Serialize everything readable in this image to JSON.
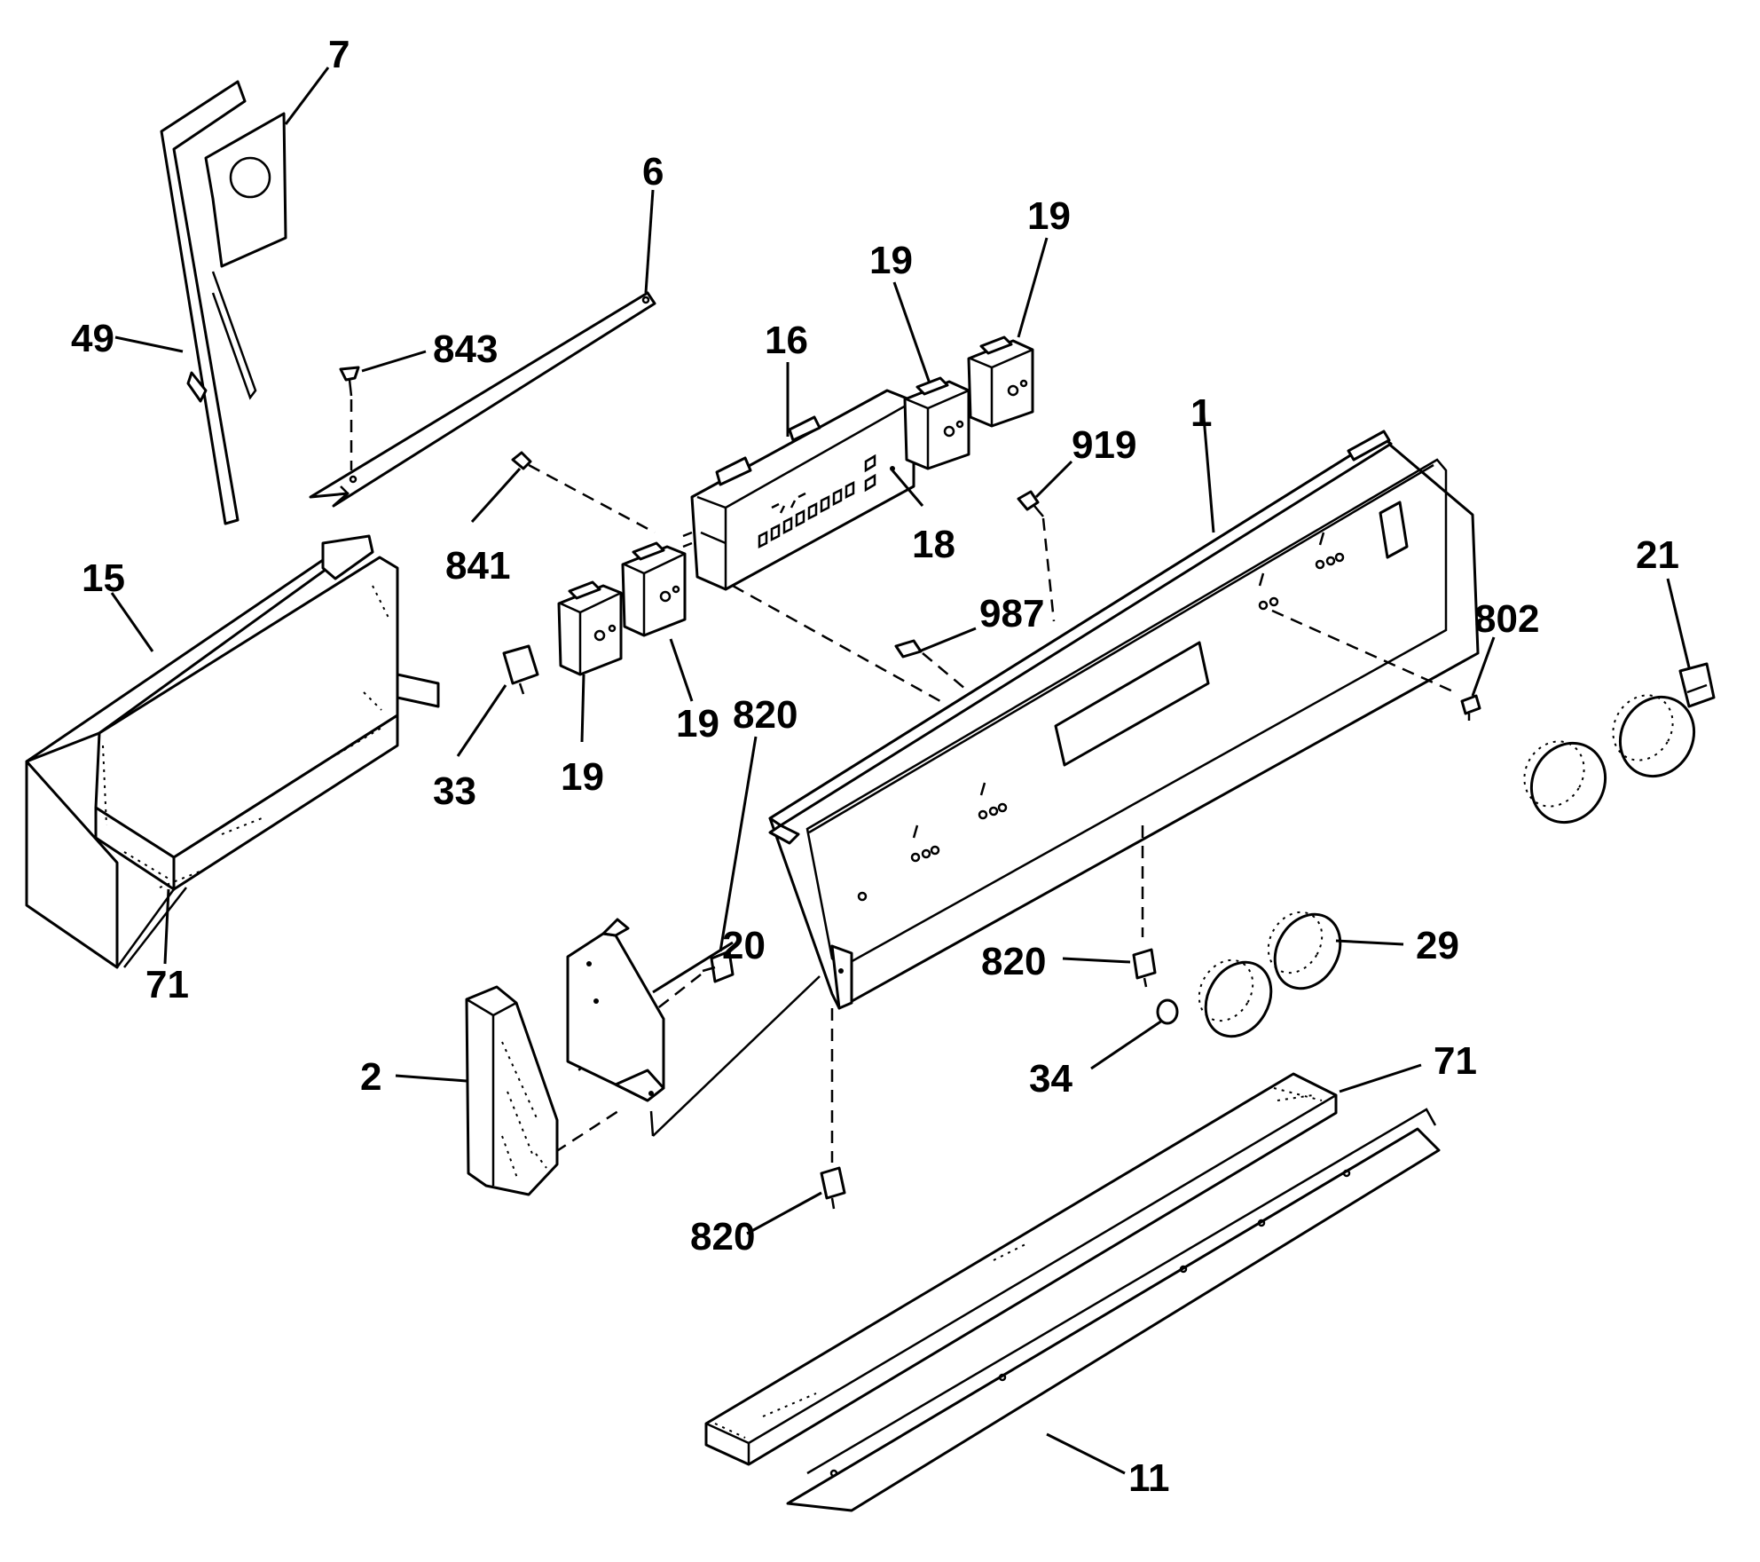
{
  "diagram": {
    "callouts": [
      {
        "id": "c7",
        "label": "7"
      },
      {
        "id": "c49",
        "label": "49"
      },
      {
        "id": "c843",
        "label": "843"
      },
      {
        "id": "c6",
        "label": "6"
      },
      {
        "id": "c16",
        "label": "16"
      },
      {
        "id": "c19a",
        "label": "19"
      },
      {
        "id": "c19b",
        "label": "19"
      },
      {
        "id": "c1",
        "label": "1"
      },
      {
        "id": "c919",
        "label": "919"
      },
      {
        "id": "c18",
        "label": "18"
      },
      {
        "id": "c841",
        "label": "841"
      },
      {
        "id": "c15",
        "label": "15"
      },
      {
        "id": "c987",
        "label": "987"
      },
      {
        "id": "c21",
        "label": "21"
      },
      {
        "id": "c802",
        "label": "802"
      },
      {
        "id": "c19c",
        "label": "19"
      },
      {
        "id": "c19d",
        "label": "19"
      },
      {
        "id": "c33",
        "label": "33"
      },
      {
        "id": "c820a",
        "label": "820"
      },
      {
        "id": "c71a",
        "label": "71"
      },
      {
        "id": "c20",
        "label": "20"
      },
      {
        "id": "c820b",
        "label": "820"
      },
      {
        "id": "c29",
        "label": "29"
      },
      {
        "id": "c2",
        "label": "2"
      },
      {
        "id": "c34",
        "label": "34"
      },
      {
        "id": "c71b",
        "label": "71"
      },
      {
        "id": "c820c",
        "label": "820"
      },
      {
        "id": "c11",
        "label": "11"
      }
    ]
  }
}
